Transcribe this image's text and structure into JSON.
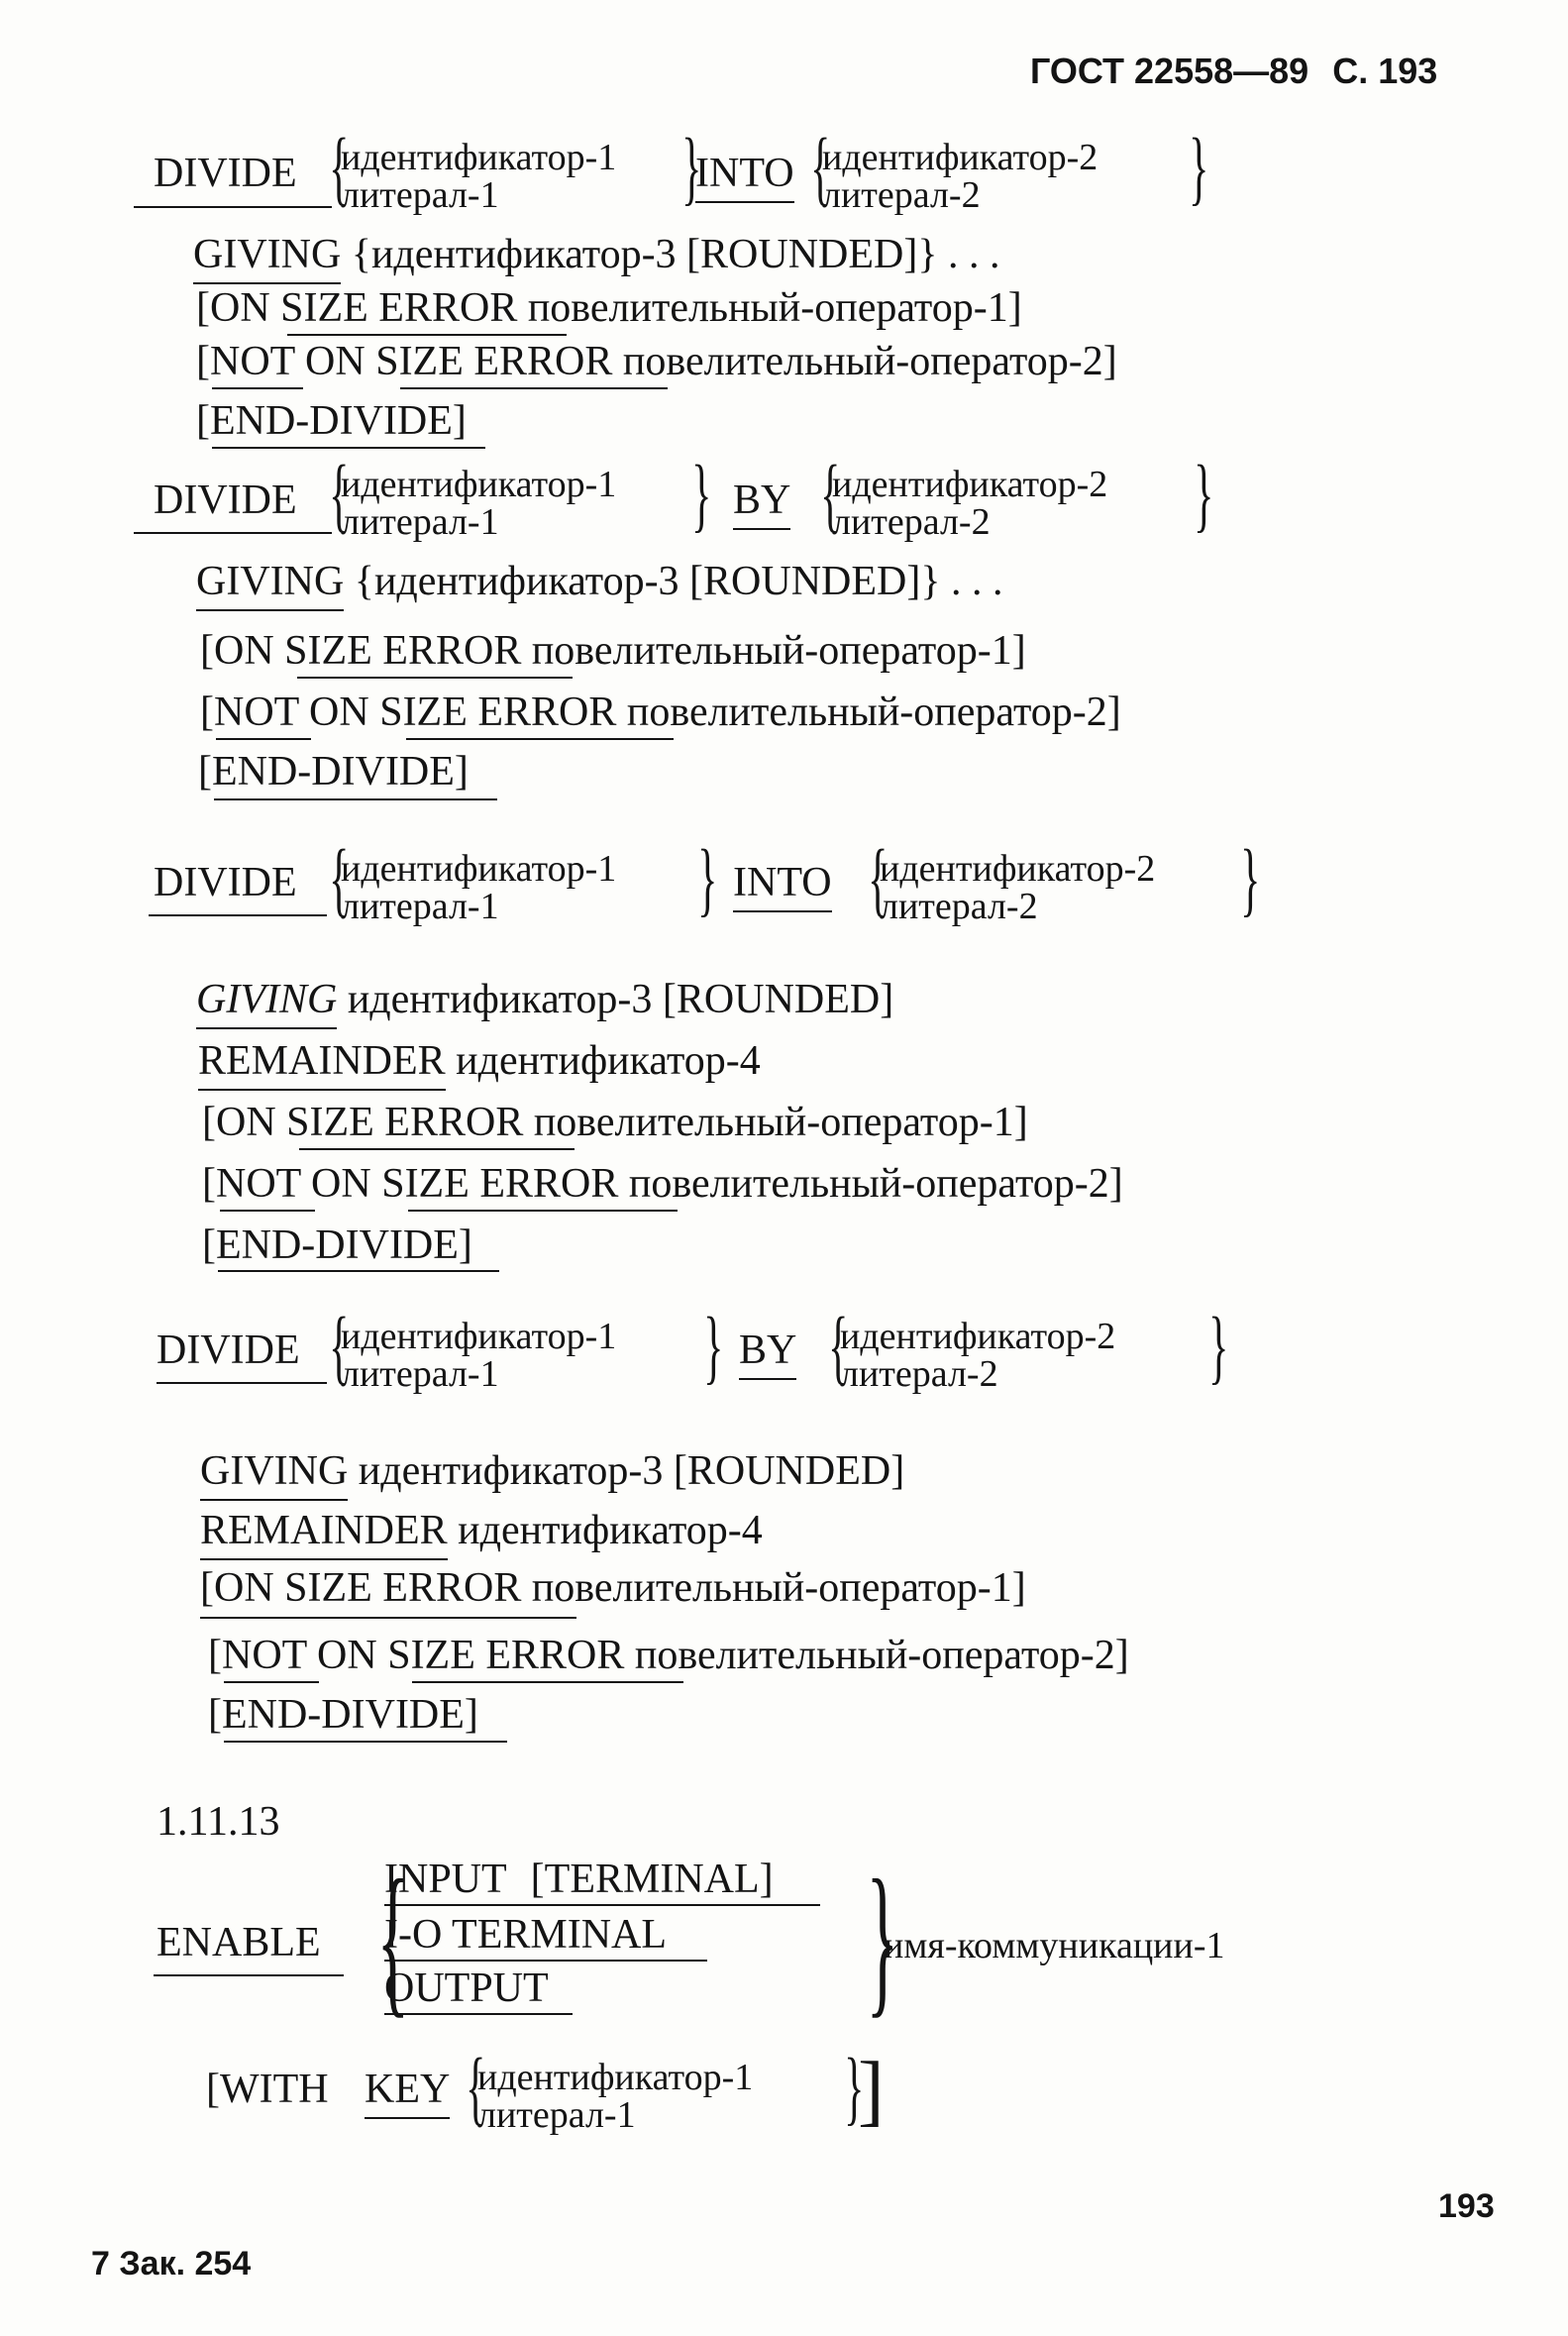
{
  "header": {
    "standard": "ГОСТ 22558—89",
    "page": "С. 193"
  },
  "kw": {
    "divide": "DIVIDE",
    "into": "INTO",
    "by": "BY",
    "giving": "GIVING",
    "remainder": "REMAINDER",
    "enable": "ENABLE",
    "input": "INPUT",
    "terminal": "[TERMINAL]",
    "io_terminal": "I-O TERMINAL",
    "output": "OUTPUT",
    "with": "[WITH",
    "key": "KEY"
  },
  "ops": {
    "id1": "идентификатор-1",
    "lit1": "литерал-1",
    "id2": "идентификатор-2",
    "lit2": "литерал-2",
    "id3_rounded_rep": "{идентификатор-3 [ROUNDED]} . . .",
    "id3_rounded": "идентификатор-3 [ROUNDED]",
    "id4": "идентификатор-4",
    "on_size": "[ON SIZE ERROR повелительный-оператор-1]",
    "not_on_size": "[NOT ON SIZE ERROR повелительный-оператор-2]",
    "end_divide": "[END-DIVIDE]",
    "comm_name": "имя-коммуникации-1"
  },
  "section_number": "1.11.13",
  "footer": {
    "order": "7 Зак. 254",
    "page_number": "193"
  }
}
